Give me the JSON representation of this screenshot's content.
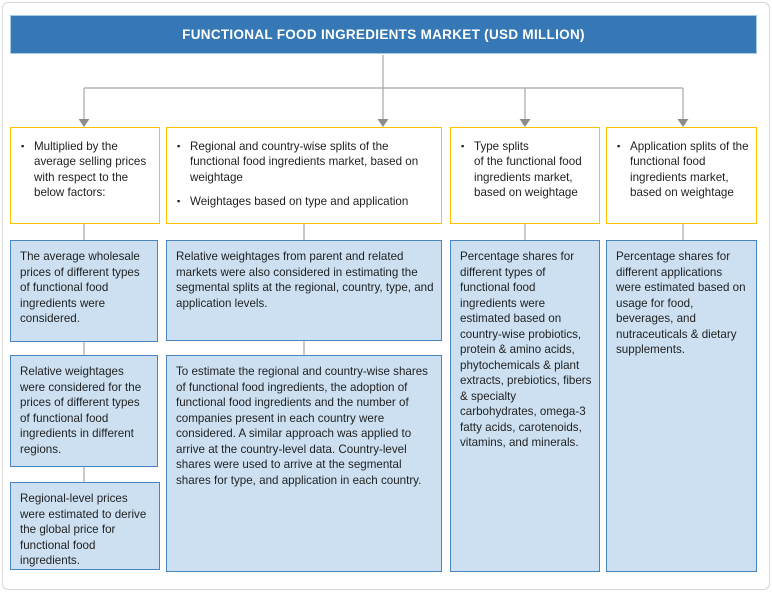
{
  "header": {
    "title": "FUNCTIONAL FOOD INGREDIENTS MARKET (USD MILLION)"
  },
  "columns": [
    {
      "criteria": [
        "Multiplied by the average selling prices with respect to the below factors:"
      ],
      "notes": [
        "The average wholesale prices of different types of functional food ingredients were considered.",
        "Relative weightages were considered for the prices of different types of functional food ingredients in different regions.",
        "Regional-level prices were estimated to derive the global price for functional food ingredients."
      ]
    },
    {
      "criteria": [
        "Regional and country-wise splits of the functional food ingredients market, based on weightage",
        "Weightages based on type and application"
      ],
      "notes": [
        "Relative weightages from parent and related markets were also considered in estimating the segmental splits at the regional, country, type, and application levels.",
        "To estimate the regional and country-wise shares of functional food ingredients, the adoption of functional food ingredients and the number of companies present in each country were considered. A similar approach was applied to arrive at the country-level data. Country-level shares were used to arrive at the segmental shares for type, and application in each country."
      ]
    },
    {
      "criteria": [
        "Type splits\nof the functional food ingredients market, based on weightage"
      ],
      "notes": [
        "Percentage shares for different types of functional food ingredients were estimated based on country-wise probiotics, protein & amino acids, phytochemicals & plant extracts, prebiotics, fibers & specialty carbohydrates, omega-3 fatty acids, carotenoids, vitamins, and minerals."
      ]
    },
    {
      "criteria": [
        "Application splits of the functional food ingredients market, based on weightage"
      ],
      "notes": [
        "Percentage shares for different applications were estimated based on usage for food, beverages, and nutraceuticals & dietary supplements."
      ]
    }
  ],
  "icons": {
    "bullet": "▪"
  },
  "colors": {
    "header_bg": "#3578B5",
    "criteria_border": "#FFC000",
    "note_fill": "#CDE0F1",
    "note_border": "#4A84BE",
    "connector": "#A6A6A6",
    "text": "#1F1F1F"
  }
}
